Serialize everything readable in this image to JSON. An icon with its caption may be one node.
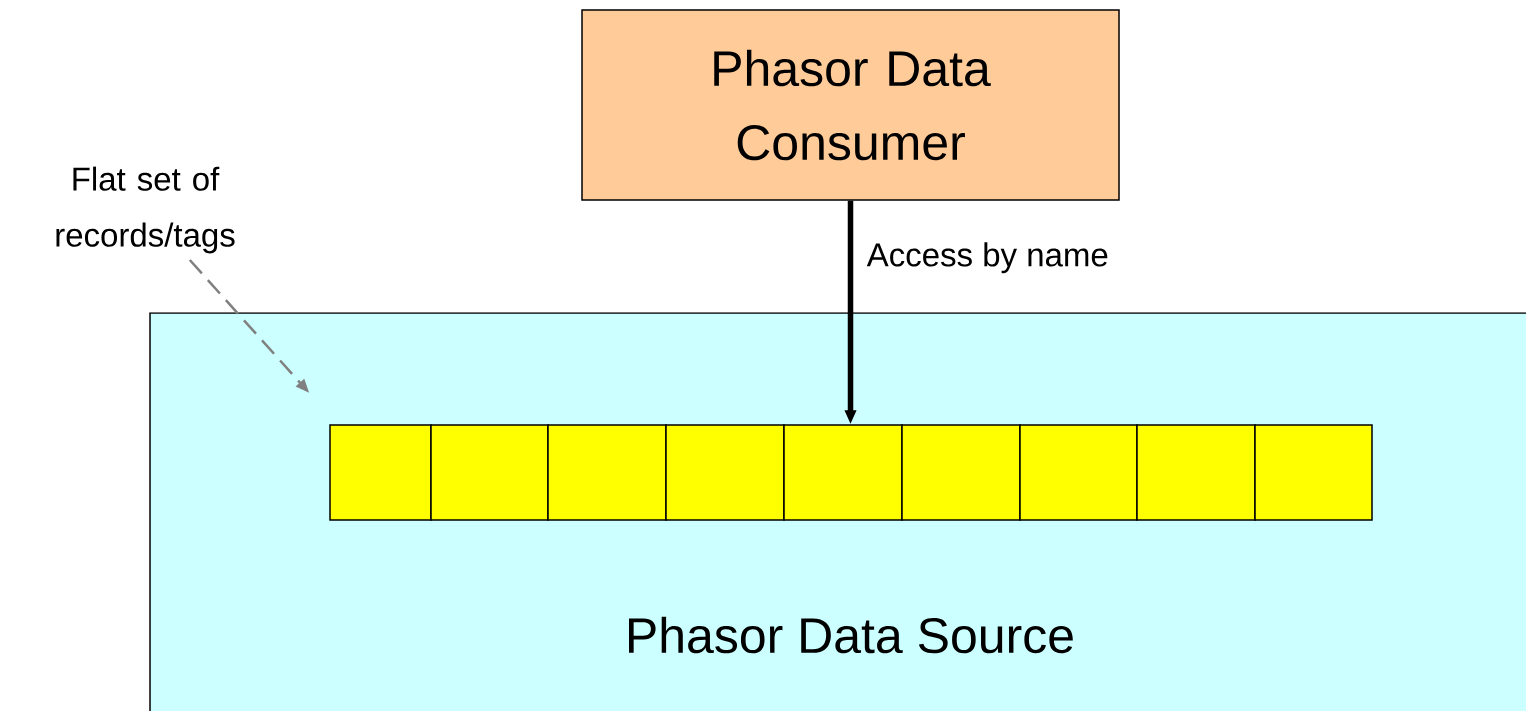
{
  "diagram": {
    "nodes": [
      {
        "text": [
          "Phasor Data Consumer"
        ]
      },
      {
        "text": [
          "Phasor Data Source"
        ]
      },
      {
        "text": [],
        "shape": "box",
        "in": 1
      },
      {
        "text": [],
        "shape": "box",
        "in": 1
      },
      {
        "text": [],
        "shape": "box",
        "in": 1
      },
      {
        "text": [],
        "shape": "box",
        "in": 1
      },
      {
        "text": [],
        "shape": "box",
        "in": 1
      },
      {
        "text": [],
        "shape": "box",
        "in": 1
      },
      {
        "text": [],
        "shape": "box",
        "in": 1
      },
      {
        "text": [],
        "shape": "box",
        "in": 1
      },
      {
        "text": [],
        "shape": "box",
        "in": 1
      },
      {
        "text": [
          "Flat set of records/tags"
        ]
      }
    ],
    "edges": [
      {
        "from": 0,
        "to": 6,
        "arrow": "to",
        "label": "Access by name",
        "style": "thick"
      },
      {
        "from": 11,
        "to": 2,
        "arrow": "to",
        "style": "dashed",
        "color": "#808080"
      }
    ]
  }
}
